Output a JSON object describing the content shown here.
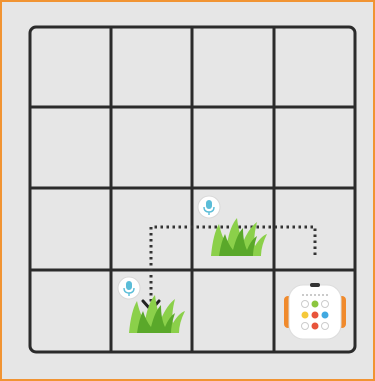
{
  "board": {
    "rows": 4,
    "cols": 4,
    "background": "#e6e6e6",
    "frame_color": "#f19433",
    "line_color": "#2b2b2b"
  },
  "objects": [
    {
      "type": "grass",
      "row": 3,
      "col": 1,
      "has_voice_marker": true,
      "icon": "grass-icon"
    },
    {
      "type": "grass",
      "row": 2,
      "col": 2,
      "has_voice_marker": true,
      "icon": "grass-icon"
    },
    {
      "type": "robot",
      "row": 3,
      "col": 3,
      "icon": "robot-icon"
    }
  ],
  "path": {
    "style": "dotted",
    "color": "#333333",
    "waypoints": [
      [
        3,
        1
      ],
      [
        2,
        1
      ],
      [
        2,
        3
      ]
    ],
    "end_marker": "arrow-down",
    "end_cell": [
      3,
      1
    ]
  },
  "colors": {
    "grass_light": "#8bd04a",
    "grass_dark": "#5aa82a",
    "mic_bubble": "#ffffff",
    "mic_icon": "#5bbdd8",
    "robot_body": "#ffffff",
    "robot_side": "#f08a2c",
    "dot_green": "#8cc63f",
    "dot_red": "#e8543b",
    "dot_blue": "#41a9e0",
    "dot_yellow": "#f5c93a"
  }
}
